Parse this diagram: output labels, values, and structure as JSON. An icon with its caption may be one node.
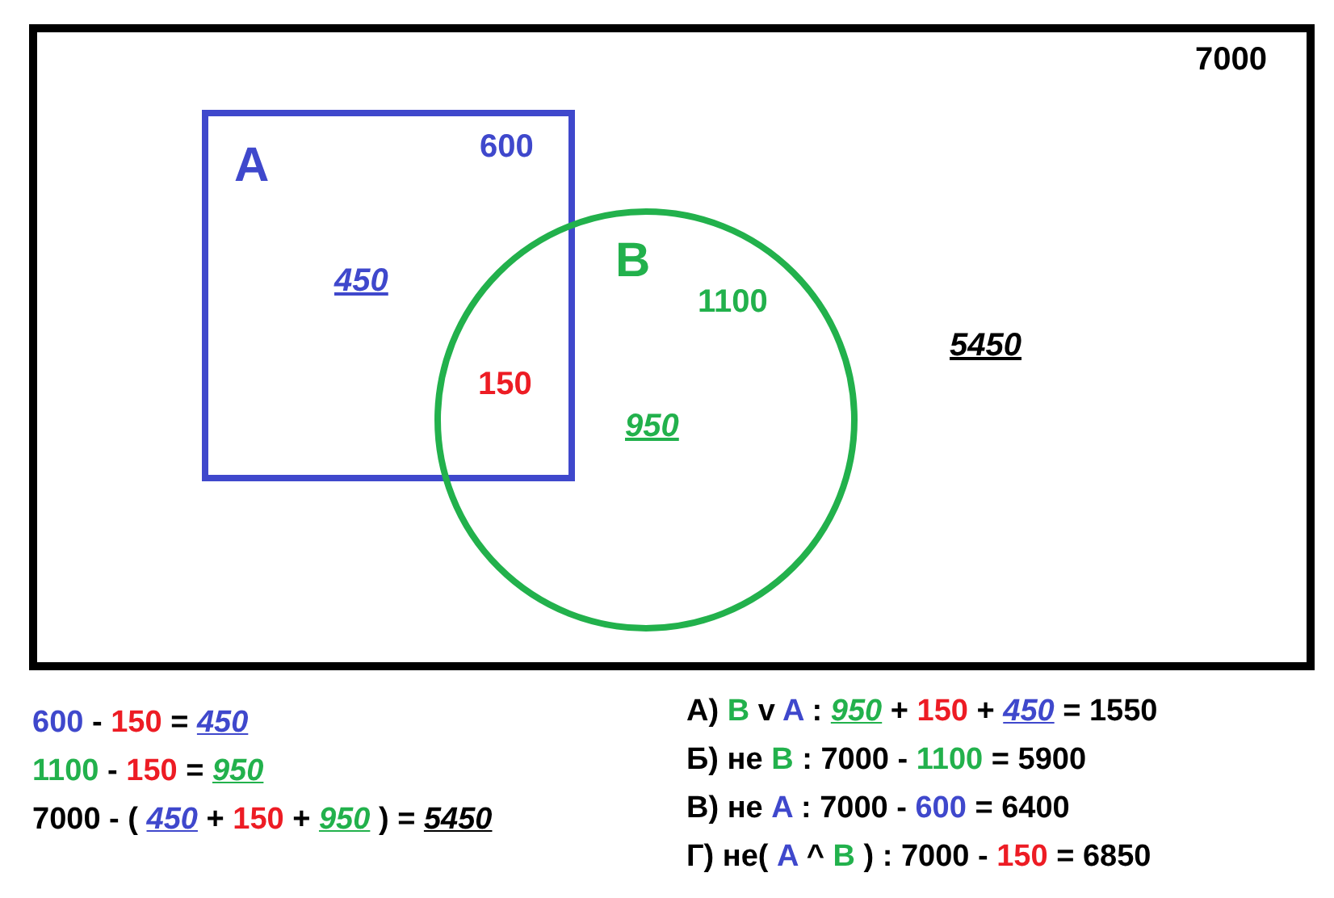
{
  "diagram": {
    "nodes": [
      {
        "text": [
          "7000",
          "5450"
        ]
      },
      {
        "text": [
          "A",
          "600",
          "450"
        ],
        "in": 0
      },
      {
        "text": [
          "B",
          "1100",
          "950"
        ],
        "in": 0
      }
    ],
    "labels": [
      "150",
      "600 - 150 = 450",
      "1100 - 150 = 950",
      "7000 - ( 450 + 150 + 950 ) = 5450",
      "А) B v A : 950 + 150 + 450 = 1550",
      "Б) не B : 7000 - 1100 = 5900",
      "В) не A : 7000 - 600 = 6400",
      "Г) не( A ^ B ) : 7000 - 150 = 6850"
    ]
  }
}
